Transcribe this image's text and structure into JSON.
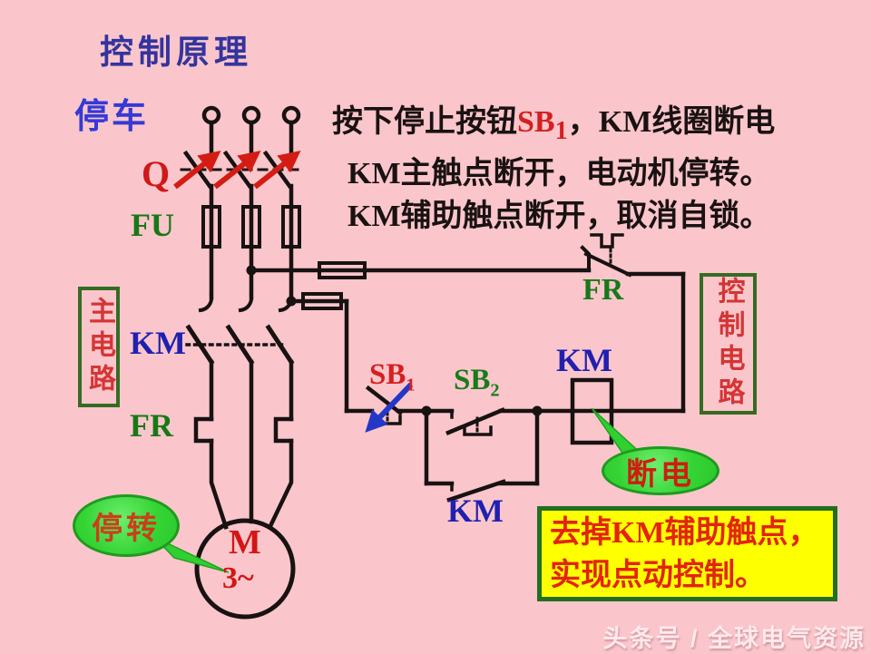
{
  "slide": {
    "title": "控制原理",
    "mode": "停车",
    "watermark": "头条号 / 全球电气资源"
  },
  "explanation": {
    "line1_pre": "按下停止按钮",
    "line1_device": "SB",
    "line1_device_sub": "1",
    "line1_post": "，KM线圈断电",
    "line2": "KM主触点断开，电动机停转。",
    "line3": "KM辅助触点断开，取消自锁。"
  },
  "note": {
    "line1": "去掉KM辅助触点，",
    "line2": "实现点动控制。"
  },
  "labels": {
    "breaker": "Q",
    "fuse_main": "FU",
    "contactor_main": "KM",
    "thermal_main": "FR",
    "stop_button": "SB",
    "stop_button_sub": "1",
    "start_button": "SB",
    "start_button_sub": "2",
    "aux_contact": "KM",
    "coil": "KM",
    "thermal_contact": "FR",
    "motor_letter": "M",
    "motor_phases": "3~",
    "main_circuit": "主电路",
    "control_circuit": "控制电路"
  },
  "callouts": {
    "motor_state": "停转",
    "coil_state": "断电"
  },
  "colors": {
    "background": "#fac6cb",
    "title_blue": "#34349e",
    "mode_blue": "#3539d6",
    "label_blue": "#2020b0",
    "label_green": "#187818",
    "label_red": "#d01818",
    "wire_black": "#181212",
    "note_bg": "#feff00",
    "note_border": "#246e24",
    "note_text": "#e3240e",
    "callout_green": "#2cc82c",
    "box_border_green": "#356b23",
    "box_text_red": "#d43535",
    "arrow_red": "#d31c14",
    "arrow_blue": "#2438c8",
    "motor_red": "#d31616"
  }
}
